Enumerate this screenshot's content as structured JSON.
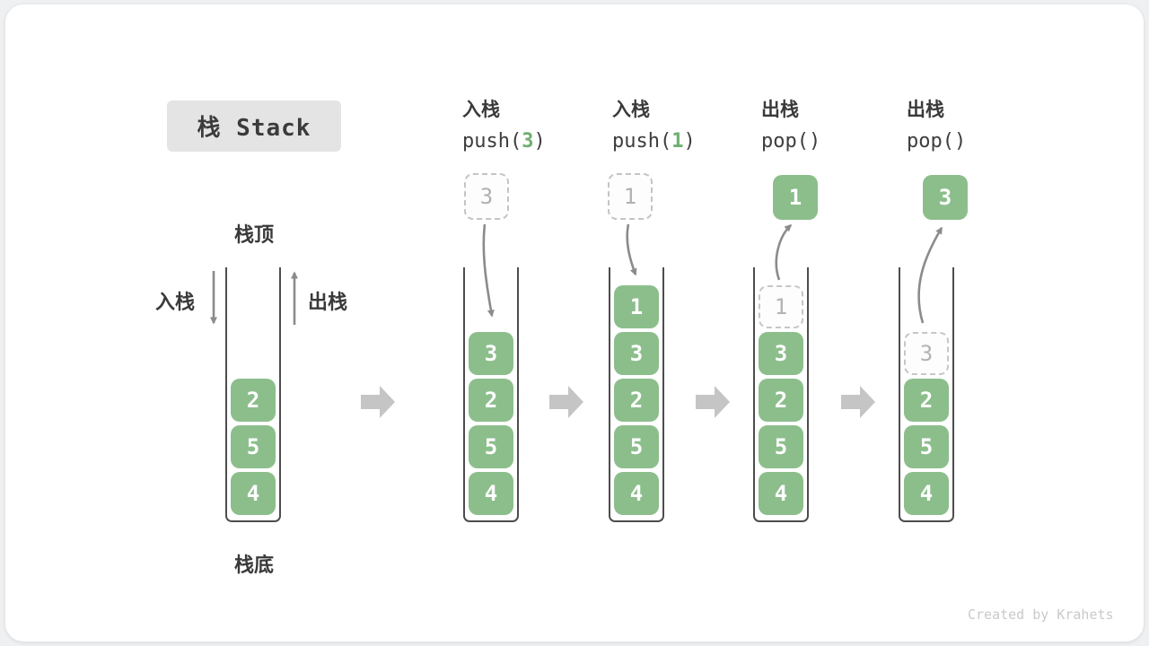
{
  "title": "栈 Stack",
  "watermark": "Created by Krahets",
  "stack_labels": {
    "top": "栈顶",
    "bottom": "栈底",
    "push": "入栈",
    "pop": "出栈"
  },
  "operations": [
    {
      "name": "入栈",
      "code_prefix": "push(",
      "arg": "3",
      "code_suffix": ")"
    },
    {
      "name": "入栈",
      "code_prefix": "push(",
      "arg": "1",
      "code_suffix": ")"
    },
    {
      "name": "出栈",
      "code_prefix": "pop(",
      "arg": "",
      "code_suffix": ")"
    },
    {
      "name": "出栈",
      "code_prefix": "pop(",
      "arg": "",
      "code_suffix": ")"
    }
  ],
  "floating_boxes": [
    {
      "value": "3",
      "style": "dashed"
    },
    {
      "value": "1",
      "style": "dashed"
    },
    {
      "value": "1",
      "style": "solid"
    },
    {
      "value": "3",
      "style": "solid"
    }
  ],
  "stacks": [
    {
      "cells": [
        {
          "value": "2",
          "level": 2
        },
        {
          "value": "5",
          "level": 3
        },
        {
          "value": "4",
          "level": 4
        }
      ]
    },
    {
      "cells": [
        {
          "value": "3",
          "level": 1
        },
        {
          "value": "2",
          "level": 2
        },
        {
          "value": "5",
          "level": 3
        },
        {
          "value": "4",
          "level": 4
        }
      ]
    },
    {
      "cells": [
        {
          "value": "1",
          "level": 0
        },
        {
          "value": "3",
          "level": 1
        },
        {
          "value": "2",
          "level": 2
        },
        {
          "value": "5",
          "level": 3
        },
        {
          "value": "4",
          "level": 4
        }
      ]
    },
    {
      "cells": [
        {
          "value": "1",
          "level": 0,
          "ghost": true
        },
        {
          "value": "3",
          "level": 1
        },
        {
          "value": "2",
          "level": 2
        },
        {
          "value": "5",
          "level": 3
        },
        {
          "value": "4",
          "level": 4
        }
      ]
    },
    {
      "cells": [
        {
          "value": "3",
          "level": 1,
          "ghost": true
        },
        {
          "value": "2",
          "level": 2
        },
        {
          "value": "5",
          "level": 3
        },
        {
          "value": "4",
          "level": 4
        }
      ]
    }
  ],
  "colors": {
    "cell_green": "#8cbe8c",
    "arg_green": "#6fae6f",
    "arrow_gray": "#8b8b8b",
    "block_arrow_gray": "#c5c5c5"
  }
}
